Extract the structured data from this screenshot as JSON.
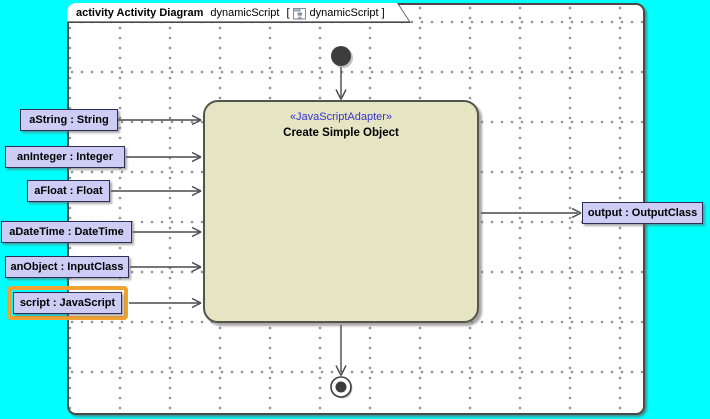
{
  "window": {
    "background_color": "#00FFFF"
  },
  "frame": {
    "header": {
      "kind_label": "activity Activity Diagram",
      "diagram_name": "dynamicScript",
      "bracket_open": "[",
      "icon": "activity-diagram-icon",
      "context_name": "dynamicScript",
      "bracket_close": "]"
    },
    "grid": "dotted",
    "border_color": "#4a4a4a"
  },
  "action_node": {
    "stereotype": "«JavaScriptAdapter»",
    "name": "Create Simple Object",
    "fill_color": "#E5E5C4",
    "stereotype_color": "#3333CC"
  },
  "input_pins": [
    {
      "label": "aString : String",
      "highlighted": false
    },
    {
      "label": "anInteger : Integer",
      "highlighted": false
    },
    {
      "label": "aFloat : Float",
      "highlighted": false
    },
    {
      "label": "aDateTime : DateTime",
      "highlighted": false
    },
    {
      "label": "anObject : InputClass",
      "highlighted": false
    },
    {
      "label": "script : JavaScript",
      "highlighted": true,
      "highlight_color": "#F0A232"
    }
  ],
  "output_pins": [
    {
      "label": "output : OutputClass"
    }
  ],
  "pin_style": {
    "fill_color": "#CCCCF5",
    "border_color": "#2e2e54"
  },
  "control_nodes": {
    "initial_node": "initial",
    "final_node": "activity-final"
  }
}
